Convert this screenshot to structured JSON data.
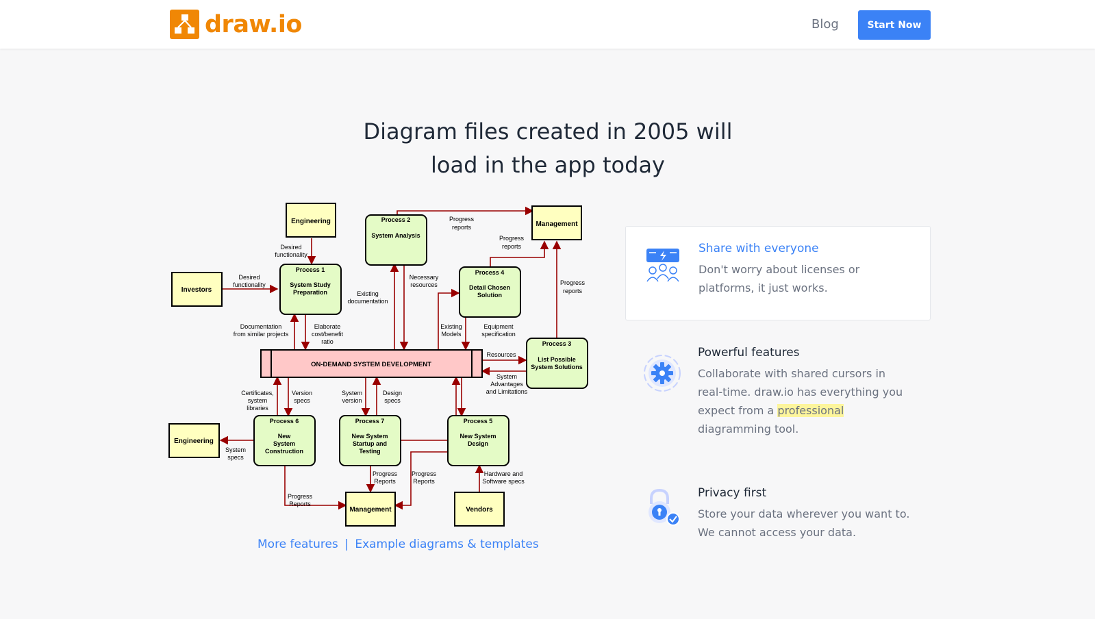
{
  "header": {
    "logo_text": "draw.io",
    "nav_blog": "Blog",
    "cta": "Start Now"
  },
  "hero": {
    "line1": "Diagram files created in 2005 will",
    "line2": "load in the app today"
  },
  "diagram": {
    "engineering_top": "Engineering",
    "investors": "Investors",
    "management_top": "Management",
    "engineering_bottom": "Engineering",
    "management_bottom": "Management",
    "vendors": "Vendors",
    "p1_num": "Process 1",
    "p1_l1": "System Study",
    "p1_l2": "Preparation",
    "p2_num": "Process 2",
    "p2_l1": "System Analysis",
    "p3_num": "Process 3",
    "p3_l1": "List Possible",
    "p3_l2": "System Solutions",
    "p4_num": "Process 4",
    "p4_l1": "Detail Chosen",
    "p4_l2": "Solution",
    "p5_num": "Process 5",
    "p5_l1": "New System",
    "p5_l2": "Design",
    "p6_num": "Process 6",
    "p6_l1": "New",
    "p6_l2": "System",
    "p6_l3": "Construction",
    "p7_num": "Process 7",
    "p7_l1": "New System",
    "p7_l2": "Startup and",
    "p7_l3": "Testing",
    "center": "ON-DEMAND SYSTEM DEVELOPMENT",
    "lbl_desired_func_top_1": "Desired",
    "lbl_desired_func_top_2": "functionality",
    "lbl_desired_func_left_1": "Desired",
    "lbl_desired_func_left_2": "functionality",
    "lbl_progress_top_1": "Progress",
    "lbl_progress_top_2": "reports",
    "lbl_progress_p4_1": "Progress",
    "lbl_progress_p4_2": "reports",
    "lbl_progress_p3_1": "Progress",
    "lbl_progress_p3_2": "reports",
    "lbl_existing_doc_1": "Existing",
    "lbl_existing_doc_2": "documentation",
    "lbl_necessary_1": "Necessary",
    "lbl_necessary_2": "resources",
    "lbl_doc_similar_1": "Documentation",
    "lbl_doc_similar_2": "from similar projects",
    "lbl_elaborate_1": "Elaborate",
    "lbl_elaborate_2": "cost/benefit",
    "lbl_elaborate_3": "ratio",
    "lbl_existing_models_1": "Existing",
    "lbl_existing_models_2": "Models",
    "lbl_equipment_1": "Equipment",
    "lbl_equipment_2": "specification",
    "lbl_resources": "Resources",
    "lbl_advantages_1": "System",
    "lbl_advantages_2": "Advantages",
    "lbl_advantages_3": "and Limitations",
    "lbl_certificates_1": "Certificates,",
    "lbl_certificates_2": "system",
    "lbl_certificates_3": "libraries",
    "lbl_version_1": "Version",
    "lbl_version_2": "specs",
    "lbl_sysversion_1": "System",
    "lbl_sysversion_2": "version",
    "lbl_design_1": "Design",
    "lbl_design_2": "specs",
    "lbl_sysspecs_1": "System",
    "lbl_sysspecs_2": "specs",
    "lbl_progress_p6_1": "Progress",
    "lbl_progress_p6_2": "Reports",
    "lbl_progress_p7_1": "Progress",
    "lbl_progress_p7_2": "Reports",
    "lbl_progress_p5_1": "Progress",
    "lbl_progress_p5_2": "Reports",
    "lbl_hardware_1": "Hardware and",
    "lbl_hardware_2": "Software specs"
  },
  "links": {
    "more_features": "More features",
    "separator": "|",
    "examples": "Example diagrams & templates"
  },
  "features": [
    {
      "icon": "share-people-icon",
      "title": "Share with everyone",
      "desc_line1": "Don't worry about licenses or",
      "desc_line2": "platforms, it just works."
    },
    {
      "icon": "gear-icon",
      "title": "Powerful features",
      "desc_line1": "Collaborate with shared cursors in",
      "desc_line2": "real-time. draw.io has everything you",
      "desc_line3a": "expect from a ",
      "desc_line3b": "professional",
      "desc_line4": "diagramming tool."
    },
    {
      "icon": "lock-icon",
      "title": "Privacy first",
      "desc_line1": "Store your data wherever you want to.",
      "desc_line2": "We cannot access your data."
    }
  ],
  "colors": {
    "accent": "#3b82f6",
    "brand": "#f08705",
    "entity_fill": "#ffffc0",
    "process_fill": "#e4fbc6",
    "center_fill": "#ffc8c8",
    "arrow": "#990000",
    "highlight": "#fdf59c"
  }
}
